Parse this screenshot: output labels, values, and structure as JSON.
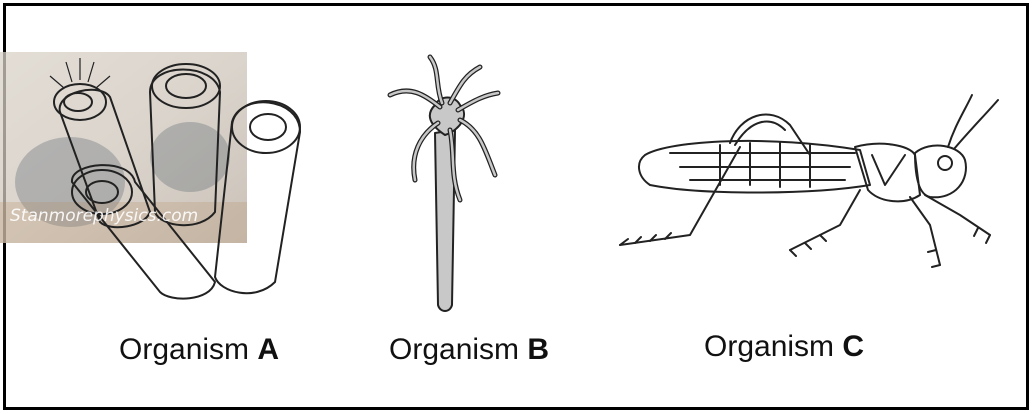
{
  "organisms": [
    {
      "id": "A",
      "prefix": "Organism",
      "letter": "A",
      "depiction": "hydra-polyps-icon"
    },
    {
      "id": "B",
      "prefix": "Organism",
      "letter": "B",
      "depiction": "hydra-icon"
    },
    {
      "id": "C",
      "prefix": "Organism",
      "letter": "C",
      "depiction": "grasshopper-icon"
    }
  ],
  "watermark": "Stanmorephysics.com",
  "colors": {
    "border": "#000000",
    "hydra_fill": "#c8c8c8",
    "line": "#222222",
    "photo_bg": "#c9bfb3"
  }
}
